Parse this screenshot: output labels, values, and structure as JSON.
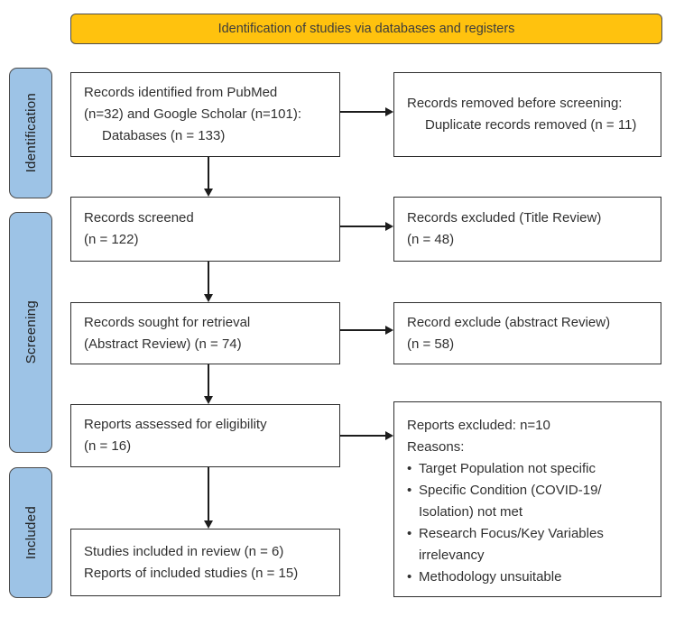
{
  "banner": {
    "label": "Identification of studies via databases and registers"
  },
  "glyphs": {
    "bullet": "•"
  },
  "colors": {
    "banner_bg": "#FFC20E",
    "banner_border": "#4d4d4d",
    "stage_bg": "#9DC3E6",
    "stage_border": "#4a4a4a",
    "box_border": "#2e2e2e",
    "arrow": "#1c1c1c",
    "text": "#303030"
  },
  "stages": [
    {
      "label": "Identification"
    },
    {
      "label": "Screening"
    },
    {
      "label": "Included"
    }
  ],
  "left_boxes": [
    {
      "lines": [
        "Records identified from PubMed",
        "(n=32) and Google Scholar (n=101):",
        "Databases (n = 133)"
      ]
    },
    {
      "lines": [
        "Records screened",
        "(n = 122)"
      ]
    },
    {
      "lines": [
        "Records sought for retrieval",
        "(Abstract Review) (n = 74)"
      ]
    },
    {
      "lines": [
        "Reports assessed for eligibility",
        "(n = 16)"
      ]
    },
    {
      "lines": [
        "Studies included in review (n = 6)",
        "Reports of included studies (n = 15)"
      ]
    }
  ],
  "right_boxes": [
    {
      "lines": [
        "Records removed before screening:",
        "Duplicate records removed (n = 11)"
      ]
    },
    {
      "lines": [
        "Records excluded (Title Review)",
        "(n = 48)"
      ]
    },
    {
      "lines": [
        "Record exclude (abstract Review)",
        "(n = 58)"
      ]
    },
    {
      "lines": [
        "Reports excluded: n=10",
        "Reasons:"
      ],
      "bullets": [
        {
          "lines": [
            "Target Population not specific"
          ]
        },
        {
          "lines": [
            "Specific Condition (COVID-19/",
            "Isolation) not met"
          ]
        },
        {
          "lines": [
            "Research Focus/Key Variables",
            "irrelevancy"
          ]
        },
        {
          "lines": [
            "Methodology unsuitable"
          ]
        }
      ]
    }
  ]
}
